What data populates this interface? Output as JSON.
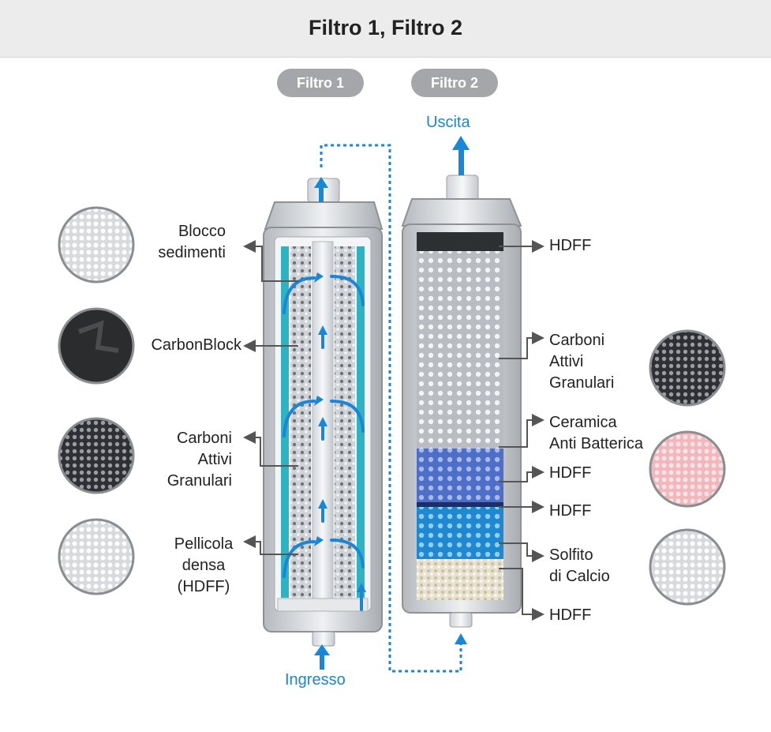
{
  "header": {
    "title": "Filtro 1, Filtro 2"
  },
  "filters": [
    "Filtro 1",
    "Filtro 2"
  ],
  "flow": {
    "inlet": "Ingresso",
    "outlet": "Uscita"
  },
  "filter1_layers": [
    {
      "label": "Blocco\nsedimenti",
      "icon": "sediment-sample-icon"
    },
    {
      "label": "CarbonBlock",
      "icon": "carbon-block-sample-icon"
    },
    {
      "label": "Carboni\nAttivi\nGranulari",
      "icon": "granular-carbon-sample-icon"
    },
    {
      "label": "Pellicola\ndensa\n(HDFF)",
      "icon": "hdff-sample-icon"
    }
  ],
  "filter2_layers": [
    {
      "label": "HDFF"
    },
    {
      "label": "Carboni\nAttivi\nGranulari",
      "icon": "granular-carbon-sample-icon"
    },
    {
      "label": "Ceramica\nAnti Batterica",
      "icon": "antibacterial-ceramic-sample-icon"
    },
    {
      "label": "HDFF"
    },
    {
      "label": "HDFF"
    },
    {
      "label": "Solfito\ndi Calcio",
      "icon": "calcium-sulfite-sample-icon"
    },
    {
      "label": "HDFF"
    }
  ],
  "colors": {
    "accent": "#1a86d6",
    "teal": "#2fb3c4",
    "pill": "#a4a6a9"
  }
}
